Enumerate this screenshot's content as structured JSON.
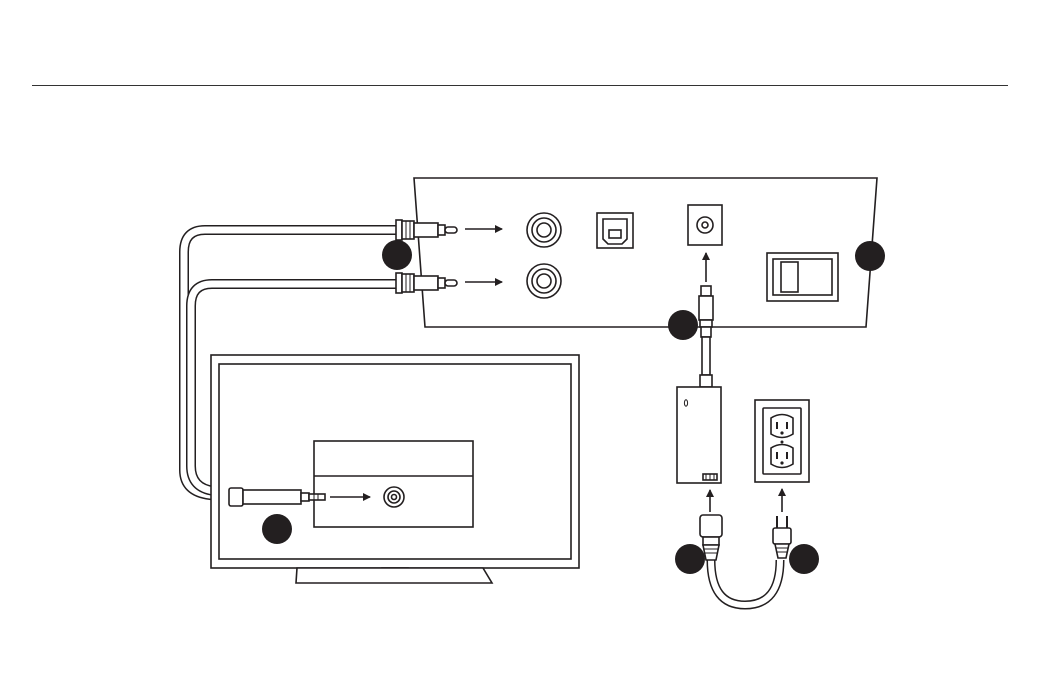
{
  "diagram": {
    "colors": {
      "line": "#231f20",
      "cable": "#231f20",
      "cable_fill": "#ffffff",
      "callout": "#231f20",
      "fill": "#ffffff"
    },
    "callouts": [
      "callout-rca-plugs",
      "callout-panel",
      "callout-dc-plug",
      "callout-aux-plug",
      "callout-iec-plug",
      "callout-wall-plug"
    ]
  }
}
